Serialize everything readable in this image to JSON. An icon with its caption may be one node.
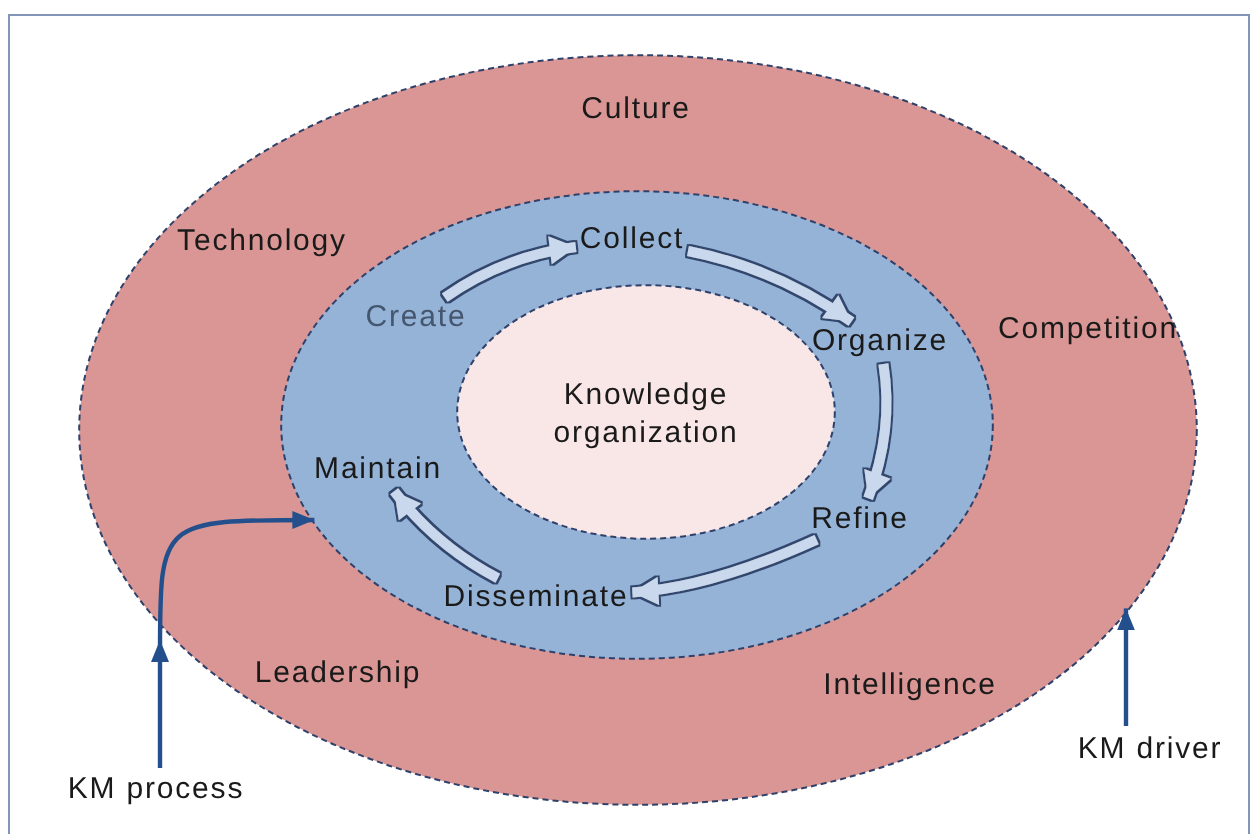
{
  "diagram": {
    "nodes": [
      {
        "text": [
          "Culture",
          "Technology",
          "Competition",
          "Leadership",
          "Intelligence"
        ]
      },
      {
        "text": [],
        "shape": "ellipse",
        "in": 0
      },
      {
        "text": [
          "Collect"
        ],
        "in": 1
      },
      {
        "text": [
          "Create"
        ],
        "in": 1
      },
      {
        "text": [
          "Organize"
        ],
        "in": 1
      },
      {
        "text": [
          "Knowledge organization"
        ],
        "in": 1
      },
      {
        "text": [
          "Maintain"
        ],
        "in": 1
      },
      {
        "text": [
          "Refine"
        ],
        "in": 1
      },
      {
        "text": [
          "Disseminate"
        ],
        "in": 1
      },
      {
        "text": [
          "KM process"
        ]
      },
      {
        "text": [
          "KM driver"
        ]
      }
    ],
    "edges": [
      {
        "from": 3,
        "to": 2,
        "arrow": "to"
      },
      {
        "from": 2,
        "to": 4,
        "arrow": "to"
      },
      {
        "from": 4,
        "to": 7,
        "arrow": "to"
      },
      {
        "from": 7,
        "to": 8,
        "arrow": "to"
      },
      {
        "from": 8,
        "to": 6,
        "arrow": "to"
      },
      {
        "from": 9,
        "to": 1,
        "arrow": "to",
        "color": "#23508c"
      },
      {
        "from": 10,
        "to": 0,
        "arrow": "to",
        "color": "#23508c"
      }
    ]
  }
}
